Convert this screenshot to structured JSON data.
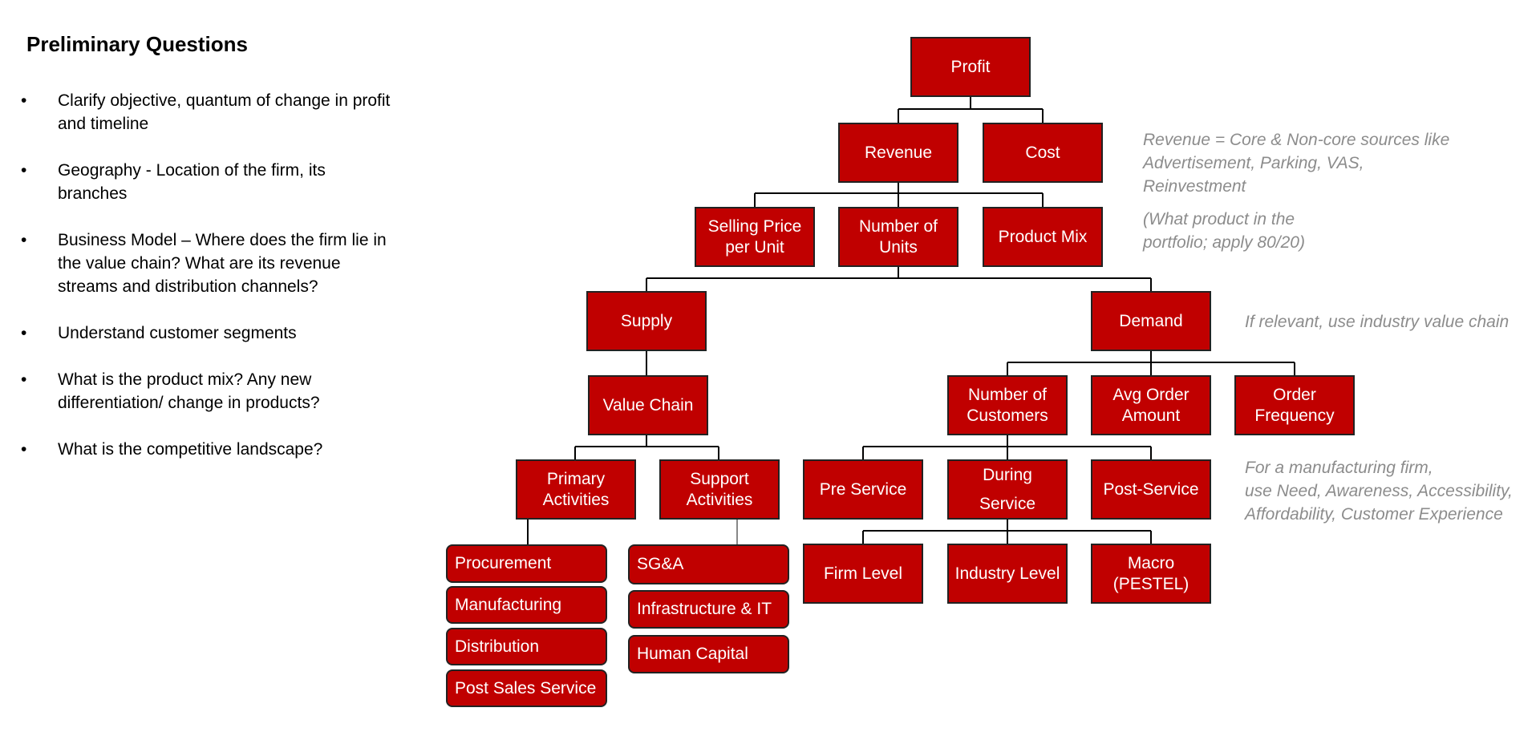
{
  "preliminary": {
    "title": "Preliminary Questions",
    "bullet_glyph": "•",
    "items": [
      "Clarify objective, quantum of change in profit and timeline",
      "Geography - Location of the firm, its branches",
      "Business Model – Where does the firm lie in the value chain? What are its revenue streams and distribution channels?",
      "Understand customer segments",
      "What is the product mix? Any new differentiation/ change in products?",
      "What is the competitive landscape?"
    ]
  },
  "tree": {
    "profit": "Profit",
    "revenue": "Revenue",
    "cost": "Cost",
    "selling_price": "Selling Price\nper Unit",
    "number_of_units": "Number of\nUnits",
    "product_mix": "Product Mix",
    "supply": "Supply",
    "demand": "Demand",
    "value_chain": "Value Chain",
    "primary_activities": "Primary\nActivities",
    "support_activities": "Support\nActivities",
    "number_of_customers": "Number of\nCustomers",
    "avg_order_amount": "Avg Order\nAmount",
    "order_frequency": "Order\nFrequency",
    "pre_service": "Pre Service",
    "during_service": "During\nService",
    "post_service": "Post-Service",
    "firm_level": "Firm Level",
    "industry_level": "Industry Level",
    "macro": "Macro\n(PESTEL)",
    "primary_items": [
      "Procurement",
      "Manufacturing",
      "Distribution",
      "Post Sales Service"
    ],
    "support_items": [
      "SG&A",
      "Infrastructure & IT",
      "Human Capital"
    ]
  },
  "notes": {
    "revenue_note": "Revenue = Core & Non-core sources like\nAdvertisement, Parking, VAS,\nReinvestment",
    "product_note": "(What product in the\nportfolio; apply 80/20)",
    "demand_note": "If relevant, use industry value chain",
    "manufacturing_note": "For a manufacturing firm,\nuse Need, Awareness, Accessibility,\nAffordability, Customer Experience"
  },
  "colors": {
    "box_fill": "#c00000",
    "box_border": "#222222",
    "connector": "#000000",
    "note_text": "#8c8c8c"
  }
}
